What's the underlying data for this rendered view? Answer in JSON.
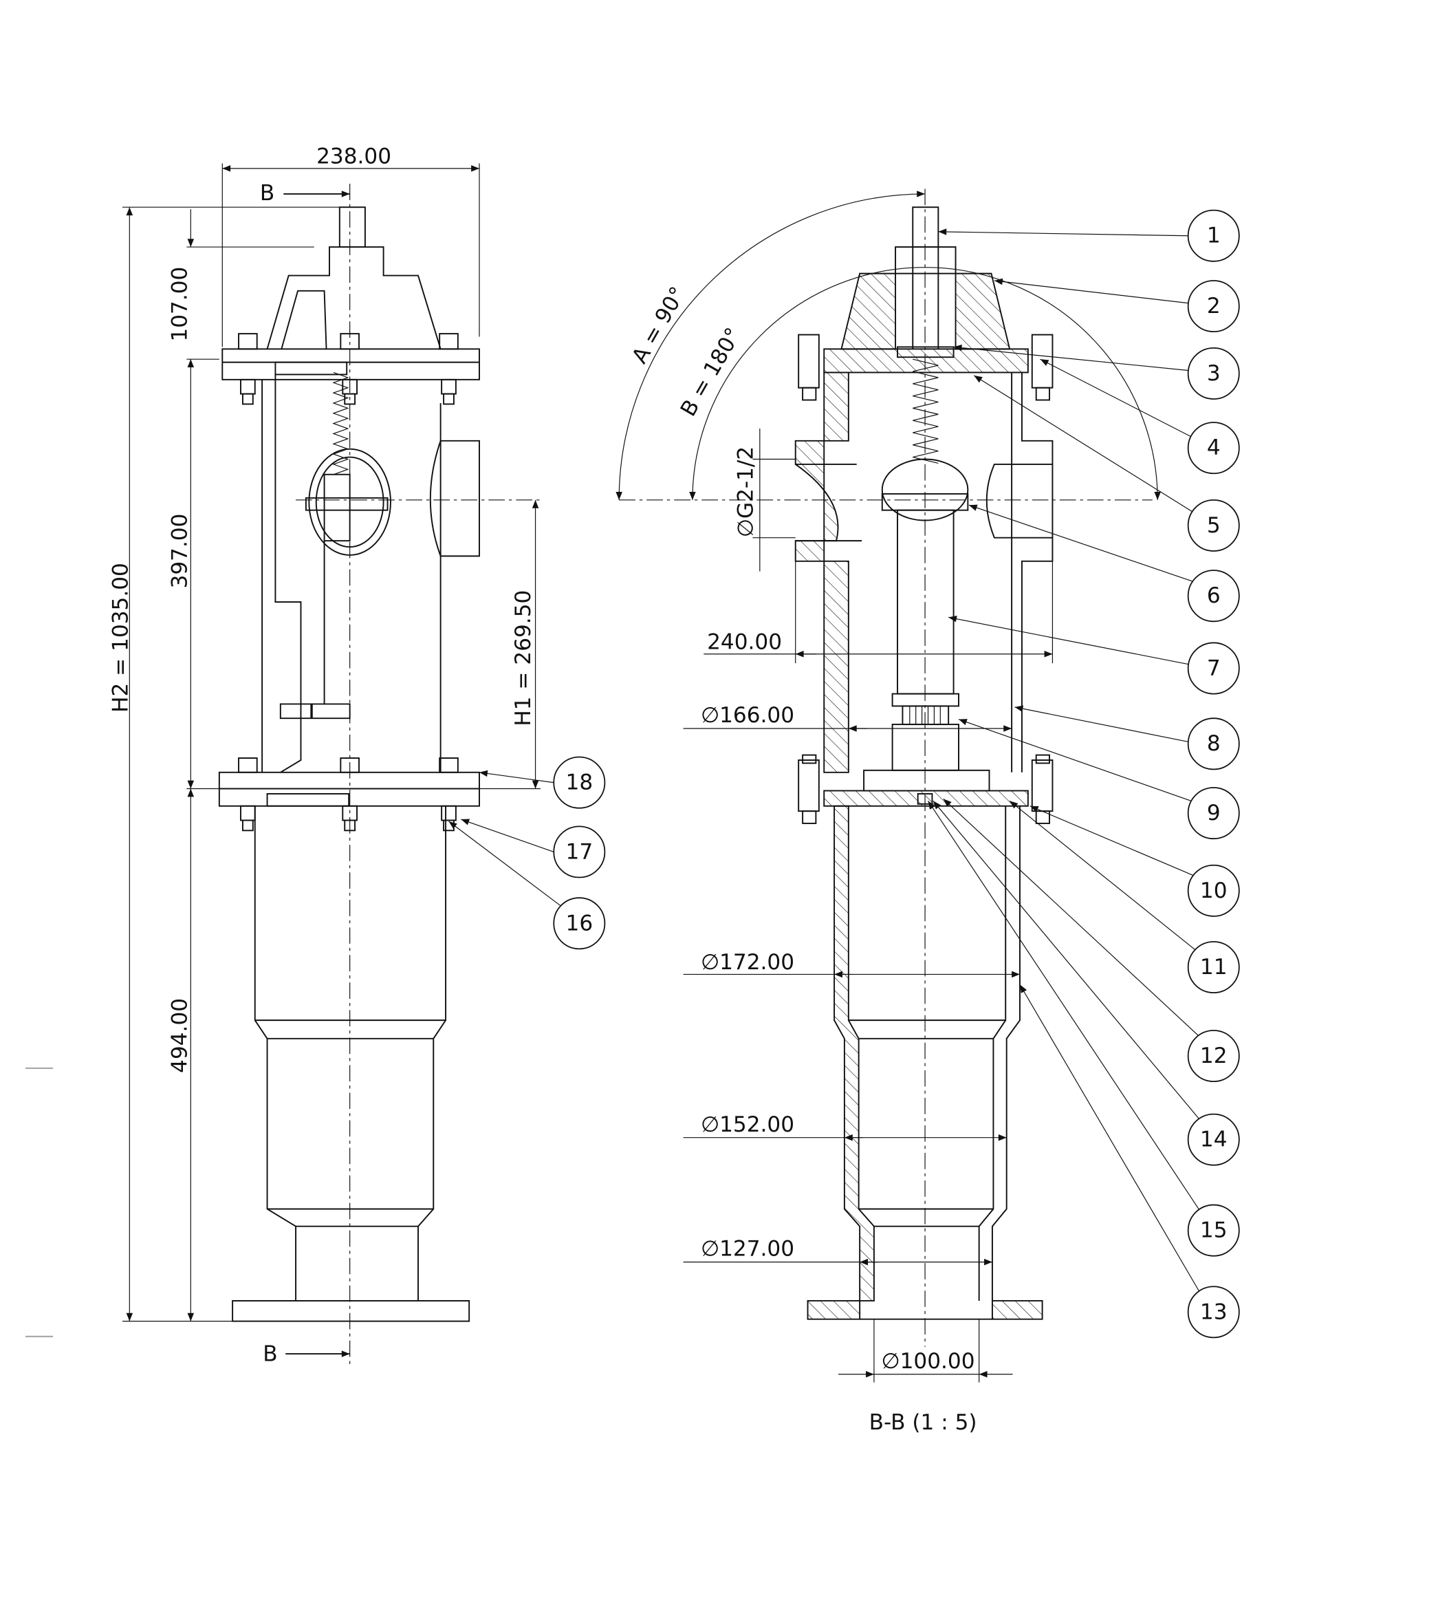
{
  "left_view": {
    "overall_width": "238.00",
    "overall_height": "H2 = 1035.00",
    "dim_top": "107.00",
    "dim_middle": "397.00",
    "dim_bottom": "494.00",
    "outlet_height": "H1 = 269.50",
    "section_mark_top": "B",
    "section_mark_bottom": "B",
    "balloons": [
      "18",
      "17",
      "16"
    ]
  },
  "section_view": {
    "angle_a": "A = 90°",
    "angle_b": "B = 180°",
    "thread": "∅G2-1/2",
    "dim_outlet_span": "240.00",
    "dia_166": "∅166.00",
    "dia_172": "∅172.00",
    "dia_152": "∅152.00",
    "dia_127": "∅127.00",
    "dia_100": "∅100.00",
    "caption": "B-B (1 : 5)",
    "balloons": [
      "1",
      "2",
      "3",
      "4",
      "5",
      "6",
      "7",
      "8",
      "9",
      "10",
      "11",
      "12",
      "14",
      "15",
      "13"
    ]
  }
}
